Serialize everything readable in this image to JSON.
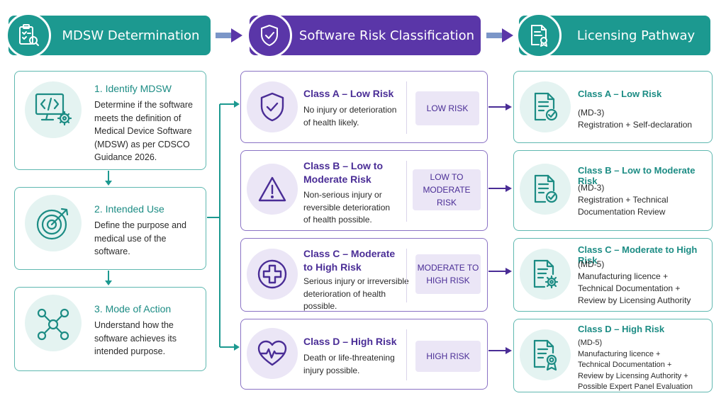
{
  "headers": {
    "mdsw": "MDSW Determination",
    "risk": "Software Risk Classification",
    "license": "Licensing Pathway"
  },
  "steps": [
    {
      "title": "1. Identify MDSW",
      "body": [
        "Determine if the software",
        "meets the definition of",
        "Medical Device Software",
        "(MDSW) as per CDSCO",
        "Guidance 2026."
      ]
    },
    {
      "title": "2. Intended Use",
      "body": [
        "Define the purpose and",
        "medical use of the",
        "software."
      ]
    },
    {
      "title": "3. Mode of Action",
      "body": [
        "Understand how the",
        "software achieves its",
        "intended purpose."
      ]
    }
  ],
  "classes": [
    {
      "title": [
        "Class A – Low Risk"
      ],
      "body": [
        "No injury or deterioration",
        "of health likely."
      ],
      "badge": [
        "LOW RISK"
      ]
    },
    {
      "title": [
        "Class B – Low to",
        "Moderate Risk"
      ],
      "body": [
        "Non-serious injury or",
        "reversible deterioration",
        "of health possible."
      ],
      "badge": [
        "LOW TO",
        "MODERATE RISK"
      ]
    },
    {
      "title": [
        "Class C – Moderate",
        "to High Risk"
      ],
      "body": [
        "Serious injury or irreversible",
        "deterioration of health",
        "possible."
      ],
      "badge": [
        "MODERATE TO",
        "HIGH RISK"
      ]
    },
    {
      "title": [
        "Class D – High Risk"
      ],
      "body": [
        "Death or life-threatening",
        "injury possible."
      ],
      "badge": [
        "HIGH RISK"
      ]
    }
  ],
  "pathways": [
    {
      "title": "Class A – Low Risk",
      "form": "(MD-3)",
      "body": [
        "Registration + Self-declaration"
      ]
    },
    {
      "title": "Class B – Low to Moderate Risk",
      "form": "(MD-3)",
      "body": [
        "Registration + Technical",
        "Documentation Review"
      ]
    },
    {
      "title": "Class C – Moderate to High Risk",
      "form": "(MD-5)",
      "body": [
        "Manufacturing licence +",
        "Technical Documentation +",
        "Review by Licensing Authority"
      ]
    },
    {
      "title": "Class D – High Risk",
      "form": "(MD-5)",
      "body": [
        "Manufacturing licence +",
        "Technical Documentation +",
        "Review by Licensing Authority +",
        "Possible Expert Panel Evaluation"
      ]
    }
  ],
  "colors": {
    "teal": "#1c9990",
    "purple": "#5a36a8",
    "arrow": "#4a2d96"
  },
  "icons": {
    "mdsw": "checklist-search-icon",
    "risk": "shield-check-icon",
    "license": "certificate-icon",
    "steps": [
      "code-monitor-gear-icon",
      "target-arrow-icon",
      "network-nodes-icon"
    ],
    "classes": [
      "shield-check-icon",
      "warning-triangle-icon",
      "medical-cross-icon",
      "heart-pulse-icon"
    ],
    "pathways": [
      "document-check-icon",
      "document-check-icon",
      "document-gear-icon",
      "document-certificate-icon"
    ]
  }
}
